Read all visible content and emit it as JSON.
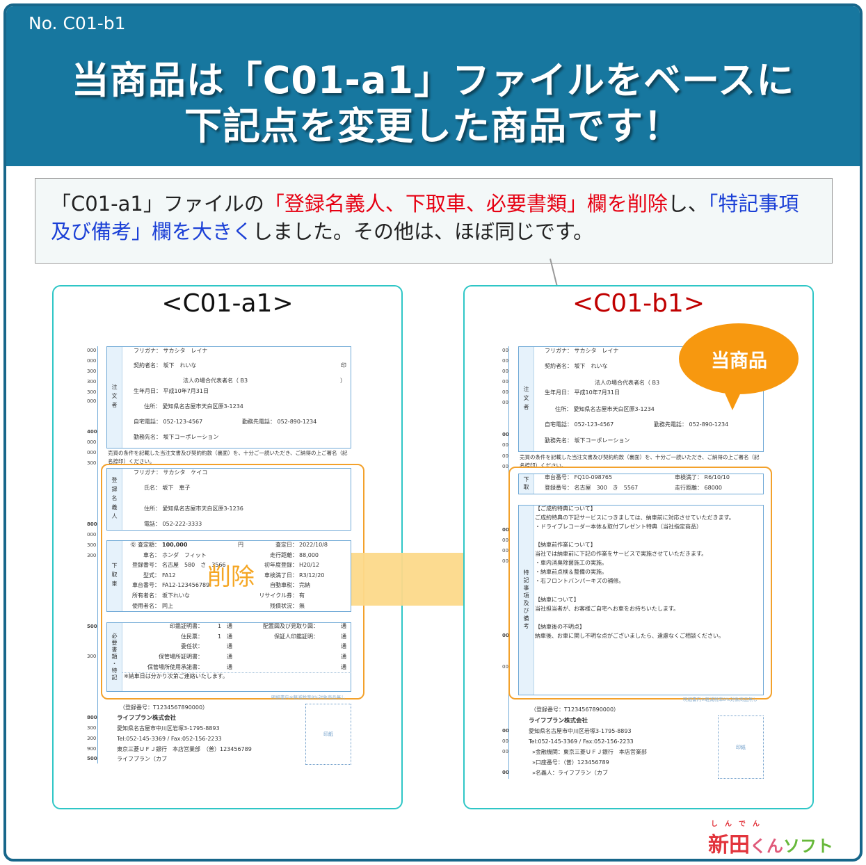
{
  "header": {
    "product_no": "No. C01-b1",
    "title_line1": "当商品は「C01-a1」ファイルをベースに",
    "title_line2": "下記点を変更した商品です！"
  },
  "callout": {
    "part1": "「C01-a1」ファイルの",
    "part2": "「登録名義人、下取車、必要書類」欄を削除",
    "part3": "し、",
    "part4": "「特記事項及び備考」欄を大きく",
    "part5": "しました。その他は、ほぼ同じです。"
  },
  "colors": {
    "header": "#17779f",
    "panel_border": "#2ec6c6",
    "highlight": "#f3a12b",
    "deleted_text": "#f5a623",
    "red": "#e60012",
    "blue": "#1a3fd6",
    "b1_title": "#c00000"
  },
  "left": {
    "title": "<C01-a1>",
    "margin_numbers": [
      "000",
      "000",
      "300",
      "300",
      "300",
      "000",
      "400",
      "000",
      "000",
      "300",
      "800",
      "000",
      "300",
      "300",
      "500",
      "300",
      "800",
      "300",
      "300",
      "900",
      "500"
    ],
    "orderer": {
      "label": "注文者",
      "furigana": "フリガナ： サカシタ　レイナ",
      "contractor": "契約者名： 坂下　れいな",
      "seal": "印",
      "corp_rep": "法人の場合代表者名（ B3",
      "corp_rep_close": "）",
      "birth": "生年月日： 平成10年7月31日",
      "address": "住所： 愛知県名古屋市天白区原3-1234",
      "home_tel": "自宅電話： 052-123-4567",
      "work_tel": "勤務先電話： 052-890-1234",
      "work_name": "勤務先名： 坂下コーポレーション"
    },
    "notice1": "売買の条件を記載した当注文書及び契約約款（裏面）を、十分ご一読いただき、ご納得の上ご署名（記",
    "notice2": "名捺印）ください。",
    "registrant": {
      "label": "登録名義人",
      "furigana": "フリガナ： サカシタ　ケイコ",
      "name": "氏名： 坂下　恵子",
      "address": "住所： 愛知県名古屋市天白区原3-1236",
      "tel": "電話： 052-222-3333"
    },
    "tradein": {
      "label": "下取車",
      "rows": [
        [
          "Ⓠ 査定額：",
          "100,000",
          "円",
          "査定日：",
          "2022/10/8"
        ],
        [
          "車名：",
          "ホンダ　フィット",
          "",
          "走行距離：",
          "88,000"
        ],
        [
          "登録番号：",
          "名古屋　580　さ　3566",
          "",
          "初年度登録：",
          "H20/12"
        ],
        [
          "型式：",
          "FA12",
          "",
          "車検満了日：",
          "R3/12/20"
        ],
        [
          "車台番号：",
          "FA12-123456789",
          "",
          "自動車税：",
          "完納"
        ],
        [
          "所有者名：",
          "坂下れいな",
          "",
          "リサイクル券：",
          "有"
        ],
        [
          "使用者名：",
          "同上",
          "",
          "残債状況：",
          "無"
        ]
      ]
    },
    "deleted_label": "削除",
    "documents": {
      "label": "必要書類・特記",
      "rows": [
        [
          "印鑑証明書：",
          "1",
          "通",
          "配置図及び見取り図：",
          "通"
        ],
        [
          "住民票：",
          "1",
          "通",
          "保証人印鑑証明：",
          "通"
        ],
        [
          "委任状：",
          "",
          "通",
          "",
          "通"
        ],
        [
          "保管場所証明書：",
          "",
          "通",
          "",
          "通"
        ],
        [
          "保管場所使用承諾書：",
          "",
          "通",
          "",
          "通"
        ]
      ],
      "note": "※納車日は分かり次第ご連絡いたします。"
    },
    "tax_note": "明細書内※軽減税率8%対象商品無し",
    "footer": {
      "reg_no": "（登録番号：T1234567890000）",
      "company": "ライフプラン株式会社",
      "address": "愛知県名古屋市中川区岩塚3-1795-8893",
      "tel": "Tel:052-145-3369 / Fax:052-156-2233",
      "bank": "東京三菱ＵＦＪ銀行　本店営業部　（普）123456789",
      "holder": "ライフプラン（カブ",
      "stamp": "印紙"
    }
  },
  "right": {
    "title": "<C01-b1>",
    "badge": "当商品",
    "margin_numbers": [
      "00",
      "00",
      "00",
      "00",
      "00",
      "00",
      "00",
      "00",
      "00",
      "00",
      "00",
      "00",
      "00",
      "00",
      "00",
      "00",
      "00",
      "00",
      "00",
      "00"
    ],
    "orderer": {
      "label": "注文者",
      "furigana": "フリガナ： サカシタ　レイナ",
      "contractor": "契約者名： 坂下　れいな",
      "corp_rep": "法人の場合代表者名（ B3",
      "birth": "生年月日： 平成10年7月31日",
      "address": "住所： 愛知県名古屋市天白区原3-1234",
      "home_tel": "自宅電話： 052-123-4567",
      "work_tel": "勤務先電話： 052-890-1234",
      "work_name": "勤務先名： 坂下コーポレーション"
    },
    "notice1": "売買の条件を記載した当注文書及び契約約款（裏面）を、十分ご一読いただき、ご納得の上ご署名（記",
    "notice2": "名捺印）ください。",
    "tradein": {
      "label": "下取",
      "chassis": "車台番号： FQ10-098765",
      "reg": "登録番号： 名古屋　300　き　5567",
      "inspection": "車検満了： R6/10/10",
      "mileage": "走行距離： 68000"
    },
    "remarks": {
      "label": "特記事項及び備考",
      "lines": [
        "【ご成約特典について】",
        "ご成約特典の下記サービスにつきましては、納車前に対応させていただきます。",
        "・ドライブレコーダー本体＆取付プレゼント特典（当社指定商品）",
        "",
        "【納車前作業について】",
        "当社では納車前に下記の作業をサービスで実施させていただきます。",
        "・車内消臭除菌施工の実施。",
        "・納車前点検＆整備の実施。",
        "・右フロントバンパーキズの補修。",
        "",
        "【納車について】",
        "当社担当者が、お客様ご自宅へお車をお持ちいたします。",
        "",
        "【納車後の不明点】",
        "納車後、お車に関し不明な点がございましたら、遠慮なくご相談ください。"
      ]
    },
    "tax_note": "明細書内※軽減税率8%対象商品無し",
    "footer": {
      "reg_no": "（登録番号：T1234567890000）",
      "company": "ライフプラン株式会社",
      "address": "愛知県名古屋市中川区岩塚3-1795-8893",
      "tel": "Tel:052-145-3369 / Fax:052-156-2233",
      "bank": "»金融機関：東京三菱ＵＦＪ銀行　本店営業部",
      "account": "»口座番号：（普）123456789",
      "holder": "»名義人：ライフプラン（カブ",
      "stamp": "印紙"
    }
  },
  "logo": {
    "ruby": "しんでん",
    "text_red": "新田",
    "text_pink": "くん",
    "text_green": "ソフト"
  }
}
